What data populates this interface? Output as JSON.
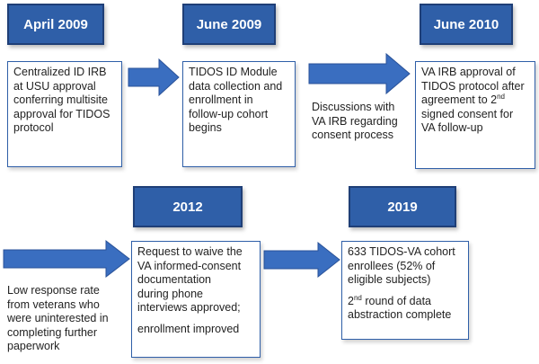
{
  "colors": {
    "node_fill": "#2F5FA8",
    "node_border": "#1F3F77",
    "box_border": "#2F5FA8",
    "arrow_fill": "#3A6EC0"
  },
  "nodes": {
    "april_2009": "April 2009",
    "june_2009": "June 2009",
    "june_2010": "June 2010",
    "y2012": "2012",
    "y2019": "2019"
  },
  "boxes": {
    "irb_usu": [
      "Centralized ID IRB",
      "at USU approval",
      "conferring multisite",
      "approval for TIDOS",
      "protocol"
    ],
    "tidos_module": [
      "TIDOS ID Module",
      "data collection and",
      "enrollment in",
      "follow-up cohort",
      "begins"
    ],
    "va_irb": {
      "line1": "VA IRB approval of",
      "line2": "TIDOS protocol after",
      "line3_pre": "agreement to 2",
      "line3_sup": "nd",
      "line4": "signed consent for",
      "line5": "VA follow-up"
    },
    "waive": {
      "lines": [
        "Request to waive the",
        "VA informed-consent",
        "documentation",
        "during phone",
        "interviews approved;"
      ],
      "extra": "enrollment improved"
    },
    "enrollees": {
      "lines": [
        "633 TIDOS-VA cohort",
        "enrollees (52% of",
        "eligible subjects)"
      ],
      "round_pre": "2",
      "round_sup": "nd",
      "round_line1": " round of data",
      "round_line2": "abstraction complete"
    }
  },
  "plain_text": {
    "discussions": [
      "Discussions with",
      "VA IRB regarding",
      "consent process"
    ],
    "low_response": [
      "Low response rate",
      "from veterans who",
      "were uninterested in",
      "completing further",
      "paperwork"
    ]
  }
}
